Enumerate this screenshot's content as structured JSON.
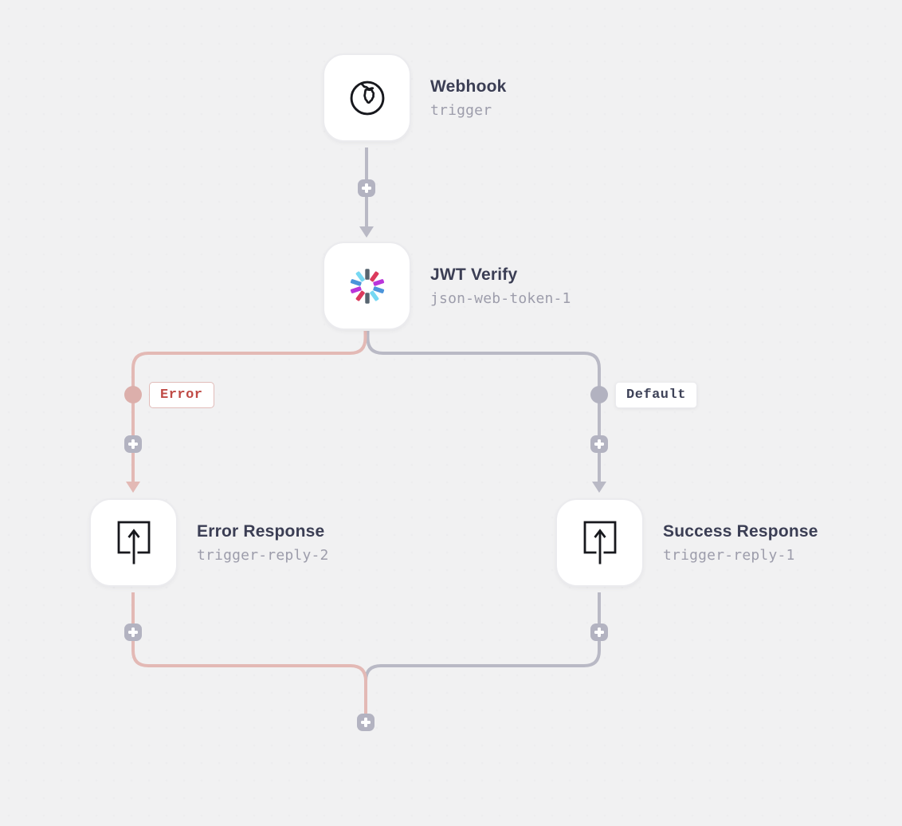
{
  "app": {
    "name": "workflow-canvas"
  },
  "flow": {
    "nodes": [
      {
        "id": "webhook",
        "title": "Webhook",
        "subtitle": "trigger",
        "icon": "globe-icon"
      },
      {
        "id": "jwt-verify",
        "title": "JWT Verify",
        "subtitle": "json-web-token-1",
        "icon": "jwt-icon"
      },
      {
        "id": "error-response",
        "title": "Error Response",
        "subtitle": "trigger-reply-2",
        "icon": "reply-arrow-icon"
      },
      {
        "id": "success-response",
        "title": "Success Response",
        "subtitle": "trigger-reply-1",
        "icon": "reply-arrow-icon"
      }
    ],
    "branches": [
      {
        "id": "error",
        "label": "Error",
        "color": "#bf4a45"
      },
      {
        "id": "default",
        "label": "Default",
        "color": "#3d4157"
      }
    ],
    "add_step_button_count": 6
  },
  "colors": {
    "canvas-bg": "#f1f1f2",
    "node-border": "#ebebee",
    "title-text": "#3b3e54",
    "subtitle-text": "#9d9dab",
    "wire-gray": "#b9b9c5",
    "wire-pink": "#e3b9b5",
    "dot-pink": "#dcafab",
    "dot-gray": "#b2b2c0",
    "plus-bg": "#b3b3c1",
    "plus-glyph": "#ffffff",
    "error-text": "#bf4a45",
    "error-border": "#e1bcb9",
    "default-text": "#3d4157",
    "icon-stroke": "#17181d",
    "jwt-slate": "#57646f",
    "jwt-crimson": "#dc3a5c",
    "jwt-purple": "#ba35da",
    "jwt-blue": "#4b94da",
    "jwt-cyan": "#76d8f3"
  }
}
